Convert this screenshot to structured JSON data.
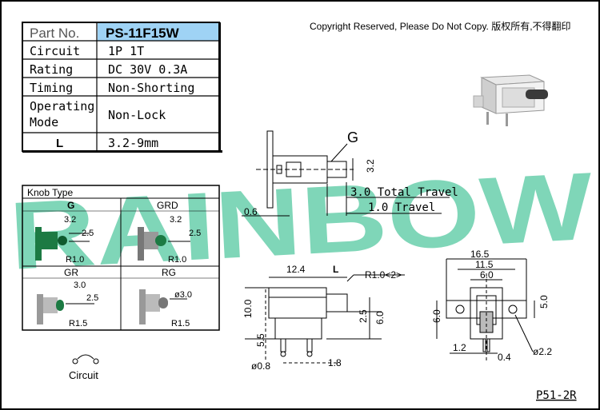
{
  "spec_table": {
    "rows": [
      {
        "label": "Part No.",
        "value": "PS-11F15W"
      },
      {
        "label": "Circuit",
        "value": "1P 1T"
      },
      {
        "label": "Rating",
        "value": "DC 30V 0.3A"
      },
      {
        "label": "Timing",
        "value": "Non-Shorting"
      },
      {
        "label": "Operating",
        "label2": "Mode",
        "value": "Non-Lock"
      },
      {
        "label": "L",
        "value": "3.2-9mm"
      }
    ],
    "highlight_color": "#9fd3f5"
  },
  "copyright": "Copyright Reserved, Please Do Not Copy. 版权所有,不得翻印",
  "watermark": {
    "text": "RAINBOW",
    "color": "#7fd6b8"
  },
  "knob_type": {
    "title": "Knob Type",
    "cells": [
      {
        "name": "G",
        "dim_a": "3.2",
        "dim_b": "2.5",
        "dim_r": "R1.0"
      },
      {
        "name": "GRD",
        "dim_a": "3.2",
        "dim_b": "2.5",
        "dim_r": "R1.0"
      },
      {
        "name": "GR",
        "dim_a": "3.0",
        "dim_b": "2.5",
        "dim_r": "R1.5"
      },
      {
        "name": "RG",
        "dim_a": "ø3.0",
        "dim_r": "R1.5"
      }
    ]
  },
  "circuit_label": "Circuit",
  "top_view": {
    "label": "G",
    "dim_h": "3.2",
    "dim_t": "0.6",
    "total_travel": "3.0 Total Travel",
    "travel": "1.0 Travel"
  },
  "side_view": {
    "dim_len": "12.4",
    "dim_L": "L",
    "radius": "R1.0<2>",
    "h10": "10.0",
    "h55": "5.5",
    "h25": "2.5",
    "h60": "6.0",
    "pin_d": "ø0.8",
    "pin_w": "1.8"
  },
  "front_view": {
    "w165": "16.5",
    "w115": "11.5",
    "w60": "6.0",
    "h60": "6.0",
    "h50": "5.0",
    "w12": "1.2",
    "w04": "0.4",
    "d22": "ø2.2"
  },
  "page_code": "P51-2R"
}
